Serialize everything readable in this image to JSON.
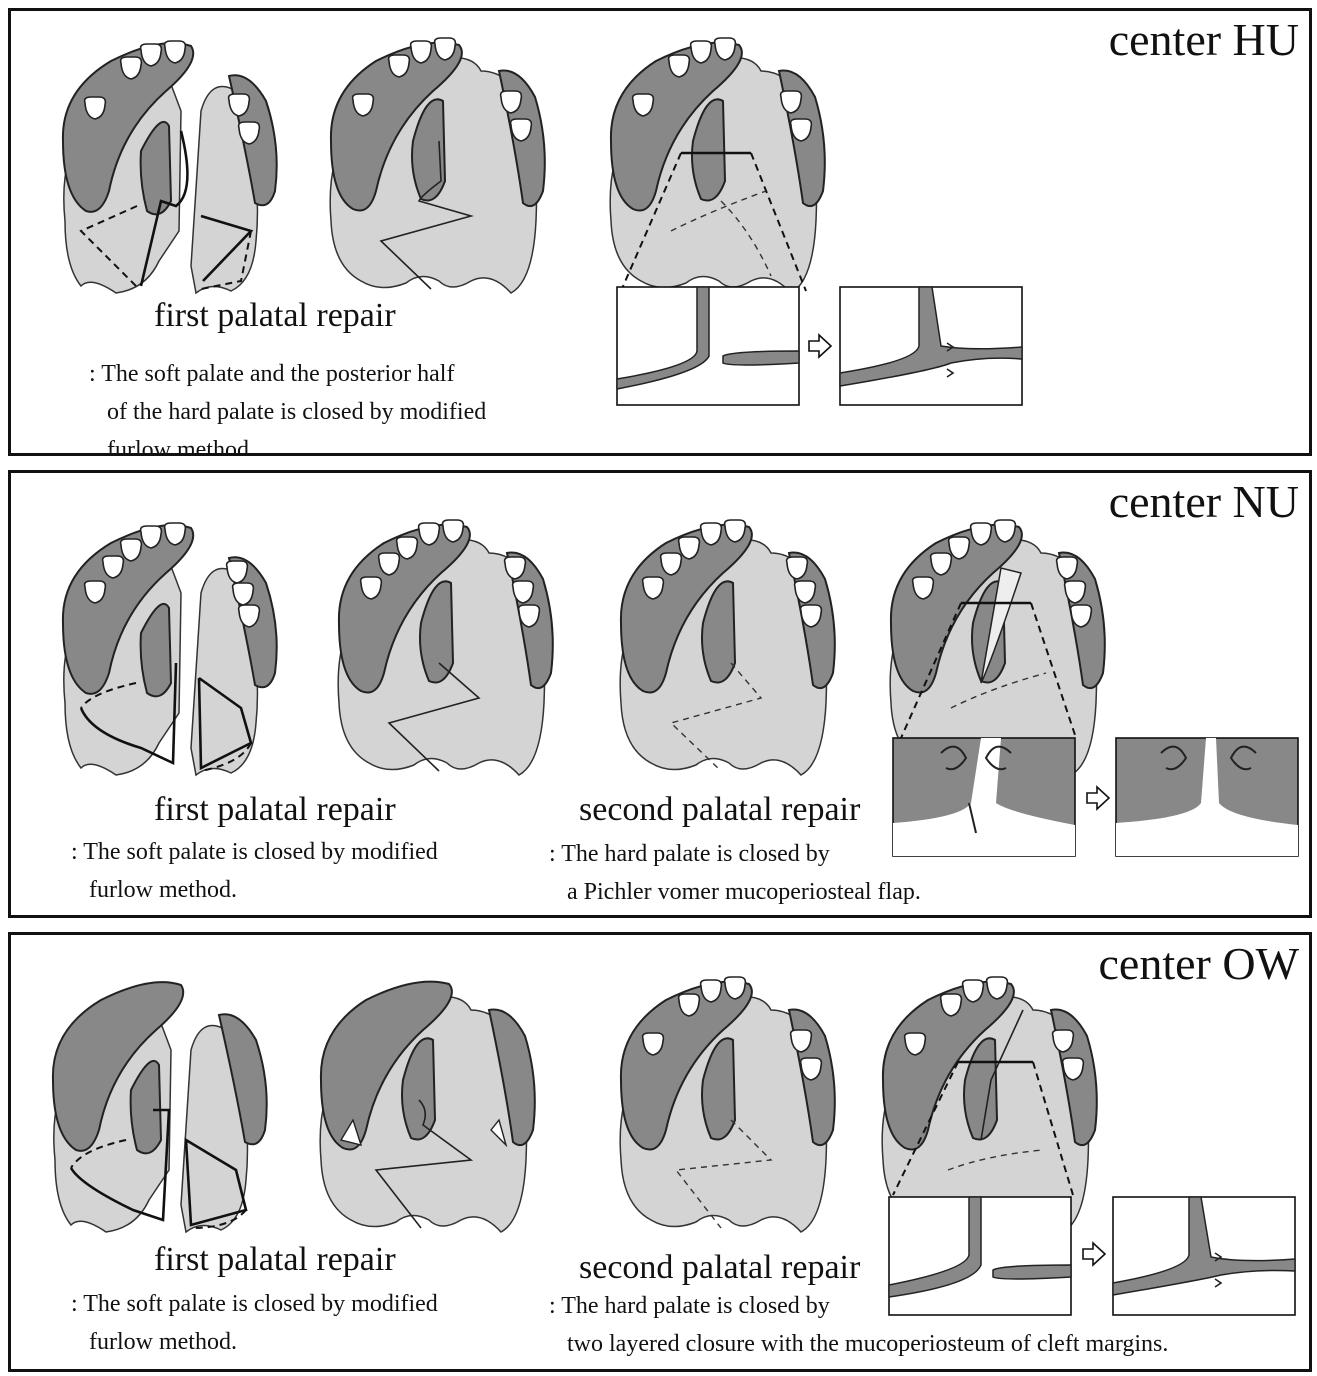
{
  "panels": {
    "hu": {
      "center_label": "center HU",
      "first_repair": {
        "title": "first palatal repair",
        "desc": [
          ": The soft palate and the posterior half",
          "of the hard palate is closed by modified",
          "furlow method."
        ]
      }
    },
    "nu": {
      "center_label": "center NU",
      "first_repair": {
        "title": "first palatal repair",
        "desc": [
          ": The soft palate is closed by modified",
          "furlow method."
        ]
      },
      "second_repair": {
        "title": "second palatal repair",
        "desc": [
          ": The hard palate is closed by",
          "a Pichler vomer mucoperiosteal flap."
        ]
      }
    },
    "ow": {
      "center_label": "center OW",
      "first_repair": {
        "title": "first palatal repair",
        "desc": [
          ": The soft palate is closed by modified",
          "furlow method."
        ]
      },
      "second_repair": {
        "title": "second palatal repair",
        "desc": [
          ": The hard palate is closed by",
          "two layered closure with the mucoperiosteum of cleft margins."
        ]
      }
    }
  },
  "colors": {
    "gum": "#888888",
    "palate": "#d4d4d4",
    "line": "#111111",
    "background": "#ffffff"
  }
}
